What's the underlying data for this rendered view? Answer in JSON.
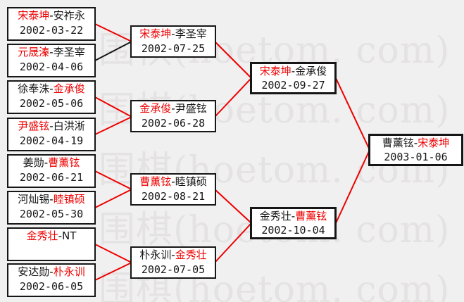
{
  "watermark": {
    "text": "围棋(hoetom. com)"
  },
  "colors": {
    "red": "#ee0000",
    "black": "#161616"
  },
  "matches": [
    {
      "id": "r1m1",
      "p1": "宋泰坤",
      "p1_color": "red",
      "sep": "-",
      "p2": "安祚永",
      "p2_color": "black",
      "date": "2002-03-22"
    },
    {
      "id": "r1m2",
      "p1": "元晟溱",
      "p1_color": "red",
      "sep": "-",
      "p2": "李圣宰",
      "p2_color": "black",
      "date": "2002-04-06"
    },
    {
      "id": "r1m3",
      "p1": "徐奉洙",
      "p1_color": "black",
      "sep": "-",
      "p2": "金承俊",
      "p2_color": "red",
      "date": "2002-05-06"
    },
    {
      "id": "r1m4",
      "p1": "尹盛铉",
      "p1_color": "red",
      "sep": "-",
      "p2": "白洪淅",
      "p2_color": "black",
      "date": "2002-04-19"
    },
    {
      "id": "r1m5",
      "p1": "姜勋",
      "p1_color": "black",
      "sep": "-",
      "p2": "曹薰铉",
      "p2_color": "red",
      "date": "2002-06-21"
    },
    {
      "id": "r1m6",
      "p1": "河灿锡",
      "p1_color": "black",
      "sep": "-",
      "p2": "睦镇硕",
      "p2_color": "red",
      "date": "2002-05-30"
    },
    {
      "id": "r1m7",
      "p1": "金秀壮",
      "p1_color": "red",
      "sep": "-",
      "p2": "NT",
      "p2_color": "black",
      "date": ""
    },
    {
      "id": "r1m8",
      "p1": "安达勋",
      "p1_color": "black",
      "sep": "-",
      "p2": "朴永训",
      "p2_color": "red",
      "date": "2002-06-05"
    },
    {
      "id": "r2m1",
      "p1": "宋泰坤",
      "p1_color": "red",
      "sep": "-",
      "p2": "李圣宰",
      "p2_color": "black",
      "date": "2002-07-25"
    },
    {
      "id": "r2m2",
      "p1": "金承俊",
      "p1_color": "red",
      "sep": "-",
      "p2": "尹盛铉",
      "p2_color": "black",
      "date": "2002-06-28"
    },
    {
      "id": "r2m3",
      "p1": "曹薰铉",
      "p1_color": "red",
      "sep": "-",
      "p2": "睦镇硕",
      "p2_color": "black",
      "date": "2002-08-21"
    },
    {
      "id": "r2m4",
      "p1": "朴永训",
      "p1_color": "black",
      "sep": "-",
      "p2": "金秀壮",
      "p2_color": "red",
      "date": "2002-07-05"
    },
    {
      "id": "sf1",
      "p1": "宋泰坤",
      "p1_color": "red",
      "sep": "-",
      "p2": "金承俊",
      "p2_color": "black",
      "date": "2002-09-27"
    },
    {
      "id": "sf2",
      "p1": "金秀壮",
      "p1_color": "black",
      "sep": "-",
      "p2": "曹薰铉",
      "p2_color": "red",
      "date": "2002-10-04"
    },
    {
      "id": "final",
      "p1": "曹薰铉",
      "p1_color": "black",
      "sep": "-",
      "p2": "宋泰坤",
      "p2_color": "red",
      "date": "2003-01-06"
    }
  ],
  "lines": [
    {
      "from": "r1m1",
      "to": "r2m1",
      "color": "#ee0000"
    },
    {
      "from": "r1m2",
      "to": "r2m1",
      "color": "#161616"
    },
    {
      "from": "r1m3",
      "to": "r2m2",
      "color": "#ee0000"
    },
    {
      "from": "r1m4",
      "to": "r2m2",
      "color": "#ee0000"
    },
    {
      "from": "r1m5",
      "to": "r2m3",
      "color": "#ee0000"
    },
    {
      "from": "r1m6",
      "to": "r2m3",
      "color": "#ee0000"
    },
    {
      "from": "r1m7",
      "to": "r2m4",
      "color": "#ee0000"
    },
    {
      "from": "r1m8",
      "to": "r2m4",
      "color": "#ee0000"
    },
    {
      "from": "r2m1",
      "to": "sf1",
      "color": "#ee0000"
    },
    {
      "from": "r2m2",
      "to": "sf1",
      "color": "#ee0000"
    },
    {
      "from": "r2m3",
      "to": "sf2",
      "color": "#ee0000"
    },
    {
      "from": "r2m4",
      "to": "sf2",
      "color": "#ee0000"
    },
    {
      "from": "sf1",
      "to": "final",
      "color": "#ee0000"
    },
    {
      "from": "sf2",
      "to": "final",
      "color": "#ee0000"
    }
  ]
}
